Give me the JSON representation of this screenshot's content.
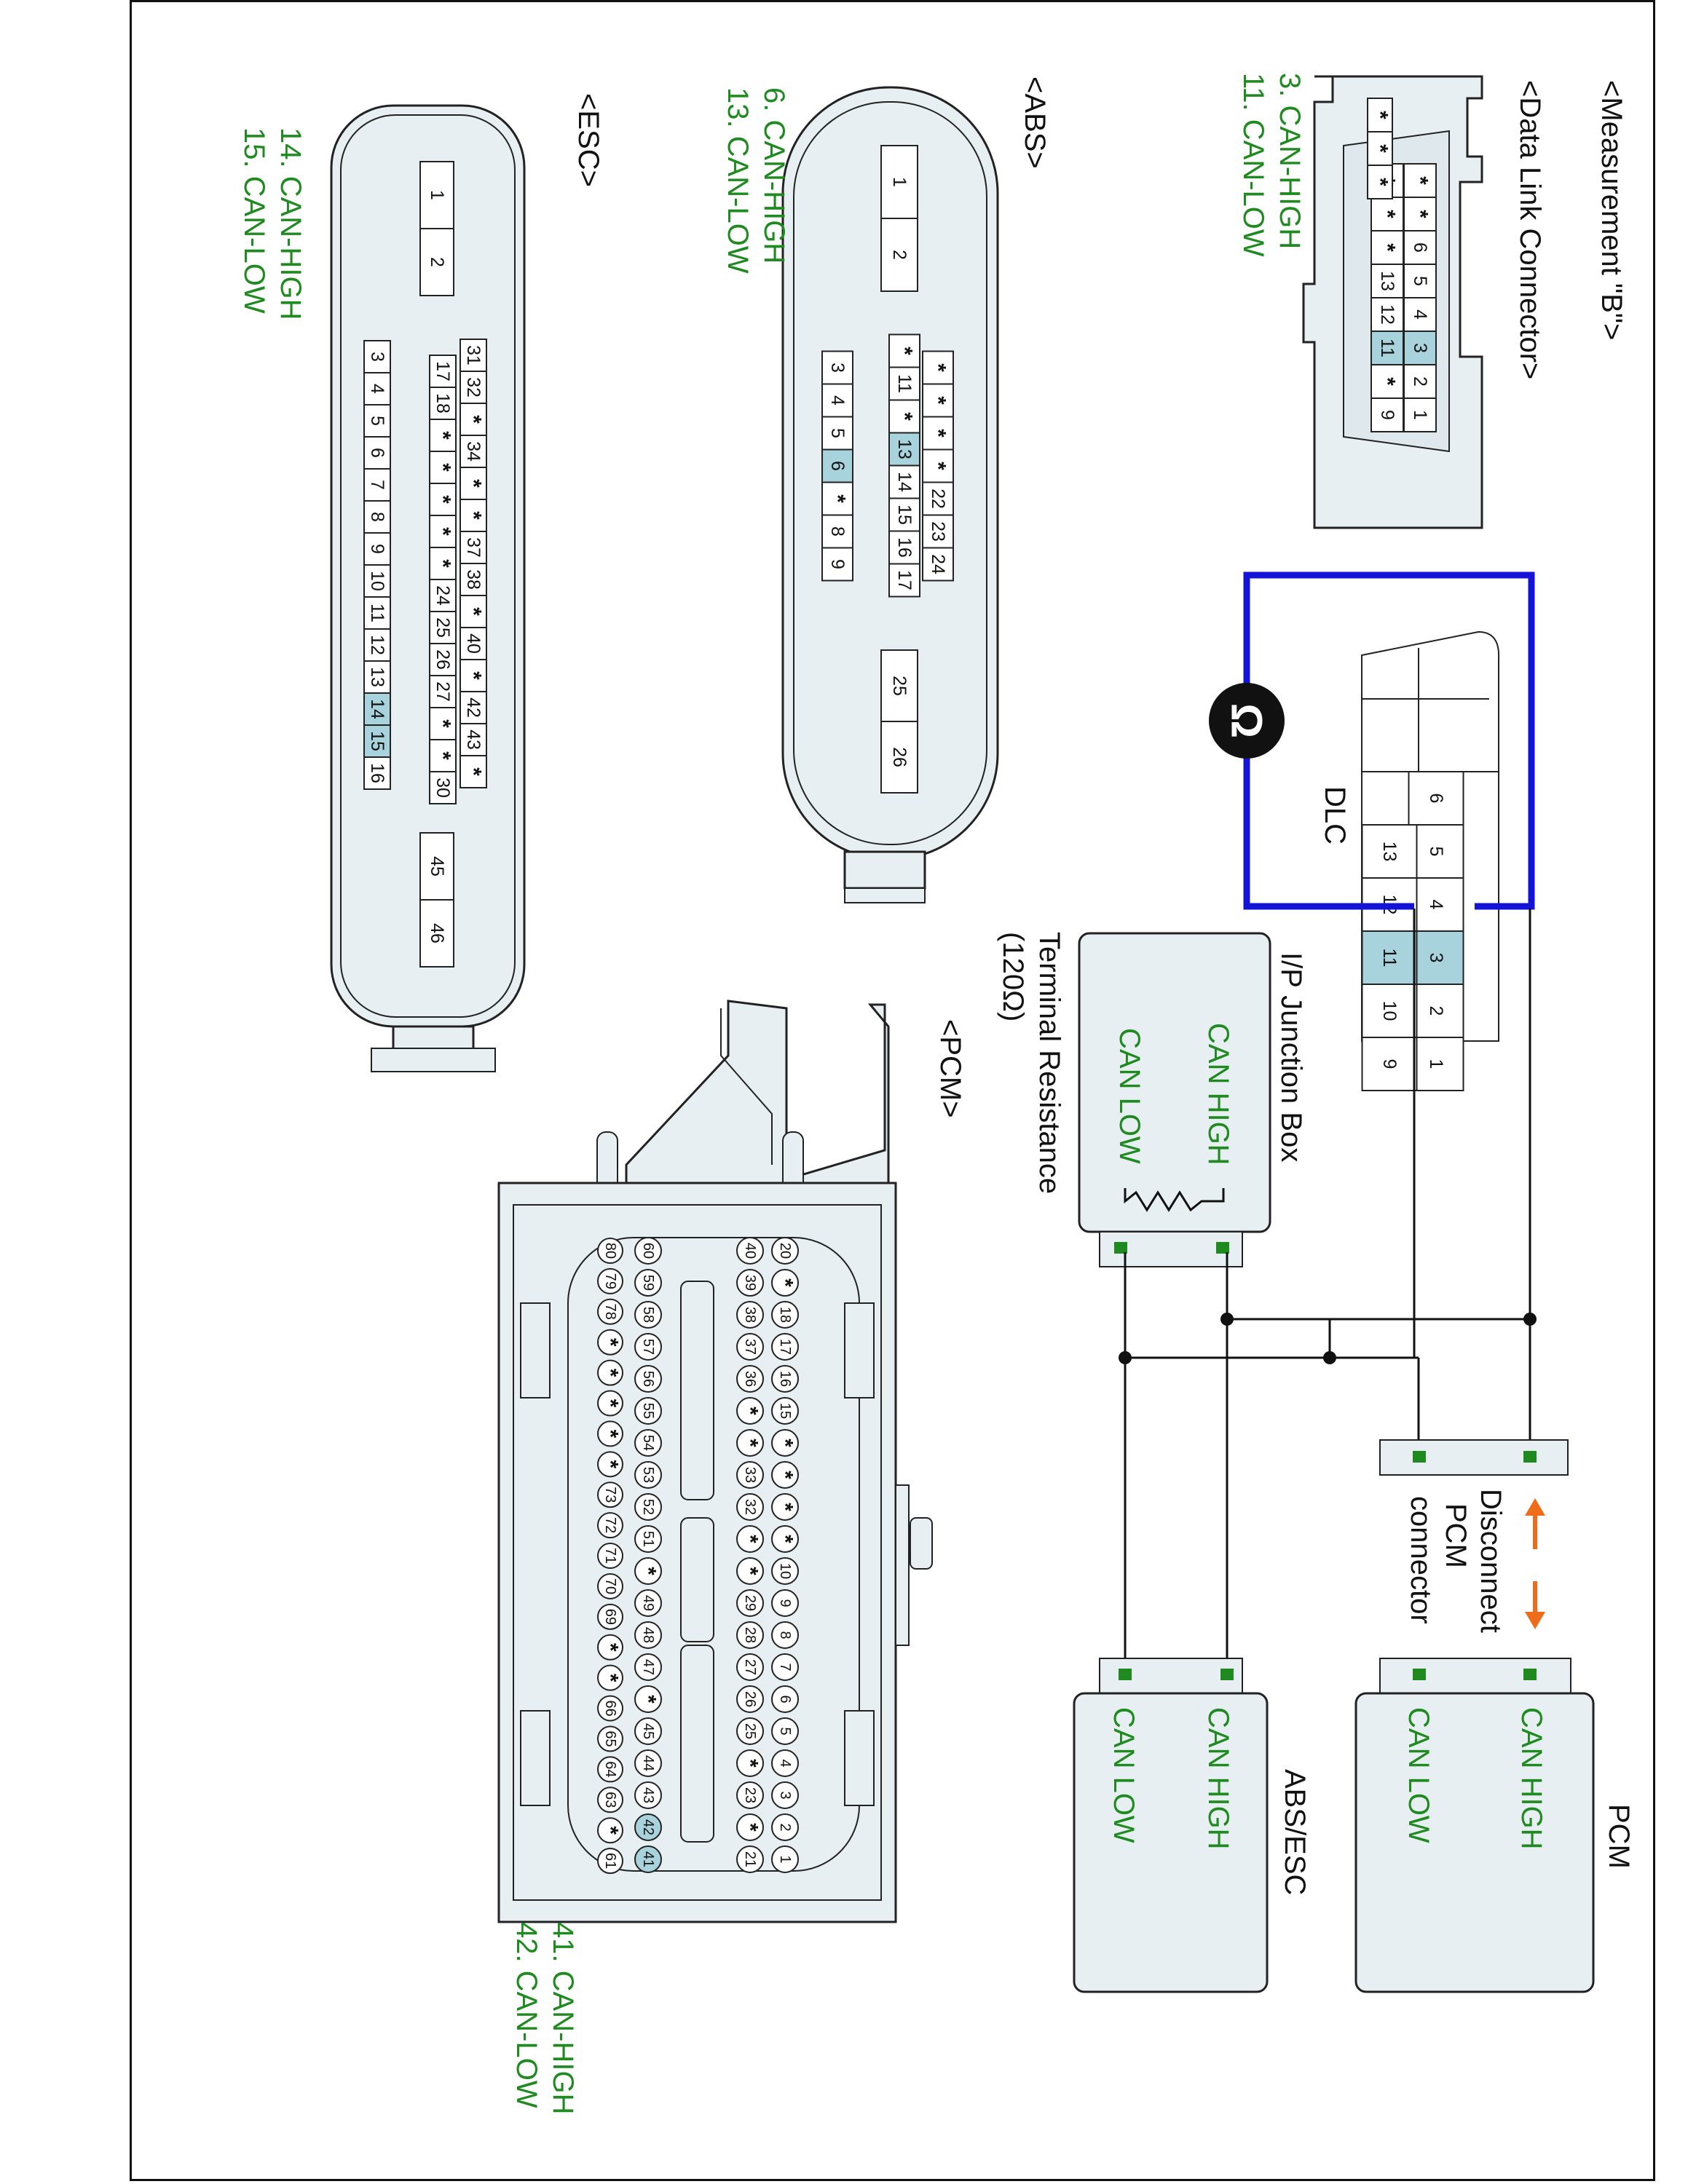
{
  "measurement_title": "<Measurement \"B\">",
  "dlc_connector": {
    "title": "<Data Link Connector>",
    "pins_top": [
      "*",
      "*",
      "6",
      "5",
      "4",
      "3",
      "2",
      "1"
    ],
    "pins_mid": [
      "*",
      "*",
      "*",
      "13",
      "12",
      "11",
      "*",
      "9"
    ],
    "pins_bot": [
      "*",
      "*",
      "*"
    ],
    "note1": "3. CAN-HIGH",
    "note2": "11. CAN-LOW"
  },
  "dlc_face": {
    "label": "DLC",
    "pins_outer": [
      "6",
      "5",
      "4",
      "3",
      "2",
      "1"
    ],
    "pins_inner": [
      "13",
      "12",
      "11",
      "10",
      "9"
    ]
  },
  "ohm_symbol": "Ω",
  "ip_junction": {
    "title": "I/P Junction Box",
    "can_high": "CAN HIGH",
    "can_low": "CAN LOW",
    "terminal_label": "Terminal Resistance",
    "terminal_value": "(120Ω)"
  },
  "disconnect": {
    "line1": "Disconnect",
    "line2": "PCM",
    "line3": "connector"
  },
  "pcm_box": {
    "title": "PCM",
    "can_high": "CAN HIGH",
    "can_low": "CAN LOW"
  },
  "abs_esc_box": {
    "title": "ABS/ESC",
    "can_high": "CAN HIGH",
    "can_low": "CAN LOW"
  },
  "abs_connector": {
    "title": "<ABS>",
    "big_pins": [
      "1",
      "2"
    ],
    "pins_r1": [
      "*",
      "*",
      "*",
      "*",
      "22",
      "23",
      "24"
    ],
    "pins_r2": [
      "*",
      "11",
      "*",
      "13",
      "14",
      "15",
      "16",
      "17"
    ],
    "pins_r3": [
      "3",
      "4",
      "5",
      "6",
      "*",
      "8",
      "9"
    ],
    "pins_end": [
      "25",
      "26"
    ],
    "note1": "6. CAN-HIGH",
    "note2": "13. CAN-LOW"
  },
  "esc_connector": {
    "title": "<ESC>",
    "big_pins": [
      "1",
      "2"
    ],
    "pins_r1": [
      "31",
      "32",
      "*",
      "34",
      "*",
      "*",
      "37",
      "38",
      "*",
      "40",
      "*",
      "42",
      "43",
      "*"
    ],
    "pins_r2": [
      "17",
      "18",
      "*",
      "*",
      "*",
      "*",
      "*",
      "24",
      "25",
      "26",
      "27",
      "*",
      "*",
      "30"
    ],
    "pins_r3": [
      "3",
      "4",
      "5",
      "6",
      "7",
      "8",
      "9",
      "10",
      "11",
      "12",
      "13",
      "14",
      "15",
      "16"
    ],
    "pins_end": [
      "45",
      "46"
    ],
    "note1": "14. CAN-HIGH",
    "note2": "15. CAN-LOW"
  },
  "pcm_connector": {
    "title": "<PCM>",
    "row1": [
      "20",
      "*",
      "18",
      "17",
      "16",
      "15",
      "*",
      "*",
      "*",
      "*",
      "10",
      "9",
      "8",
      "7",
      "6",
      "5",
      "4",
      "3",
      "2",
      "1"
    ],
    "row2": [
      "40",
      "39",
      "38",
      "37",
      "36",
      "*",
      "*",
      "33",
      "32",
      "*",
      "*",
      "29",
      "28",
      "27",
      "26",
      "25",
      "*",
      "23",
      "*",
      "21"
    ],
    "row3": [
      "60",
      "59",
      "58",
      "57",
      "56",
      "55",
      "54",
      "53",
      "52",
      "51",
      "*",
      "49",
      "48",
      "47",
      "*",
      "45",
      "44",
      "43",
      "42",
      "41"
    ],
    "row4": [
      "80",
      "79",
      "78",
      "*",
      "*",
      "*",
      "*",
      "*",
      "73",
      "72",
      "71",
      "70",
      "69",
      "*",
      "*",
      "66",
      "65",
      "64",
      "63",
      "*",
      "61"
    ],
    "note1": "41. CAN-HIGH",
    "note2": "42. CAN-LOW"
  },
  "colors": {
    "highlight": "#a9d3dc",
    "can_text": "#1f8a1f",
    "loop": "#1414d6",
    "arrow": "#ef6c1a"
  }
}
